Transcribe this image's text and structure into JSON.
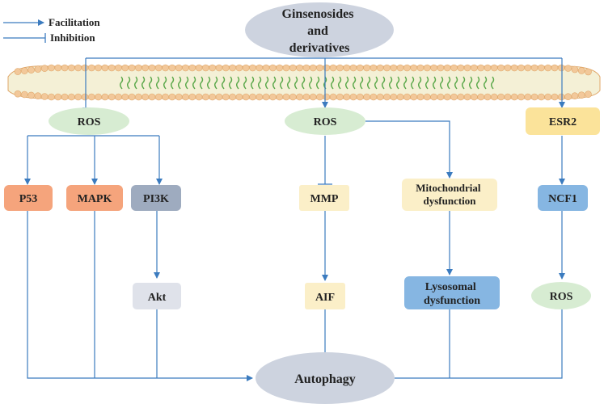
{
  "colors": {
    "arrow": "#3b7bbf",
    "membrane_head": "#f2c89a",
    "membrane_head_edge": "#e0a76a",
    "membrane_core": "#f4f0d6",
    "membrane_tail": "#5aa84a",
    "oval_gray": "#cdd3df",
    "oval_green": "#d7ecd2",
    "box_orange": "#f5a47c",
    "box_slate": "#9eabbf",
    "box_lightgray": "#dfe2ea",
    "box_cream": "#fbefc8",
    "box_yellow": "#fbe39a",
    "box_blue": "#86b6e2"
  },
  "legend": {
    "facilitation": "Facilitation",
    "inhibition": "Inhibition"
  },
  "nodes": {
    "ginsenosides": [
      "Ginsenosides",
      "and",
      "derivatives"
    ],
    "ros_left": "ROS",
    "ros_mid": "ROS",
    "esr2": "ESR2",
    "p53": "P53",
    "mapk": "MAPK",
    "pi3k": "PI3K",
    "akt": "Akt",
    "mmp": "MMP",
    "aif": "AIF",
    "mito": [
      "Mitochondrial",
      "dysfunction"
    ],
    "lyso": [
      "Lysosomal",
      "dysfunction"
    ],
    "ncf1": "NCF1",
    "ros_right": "ROS",
    "autophagy": "Autophagy"
  }
}
